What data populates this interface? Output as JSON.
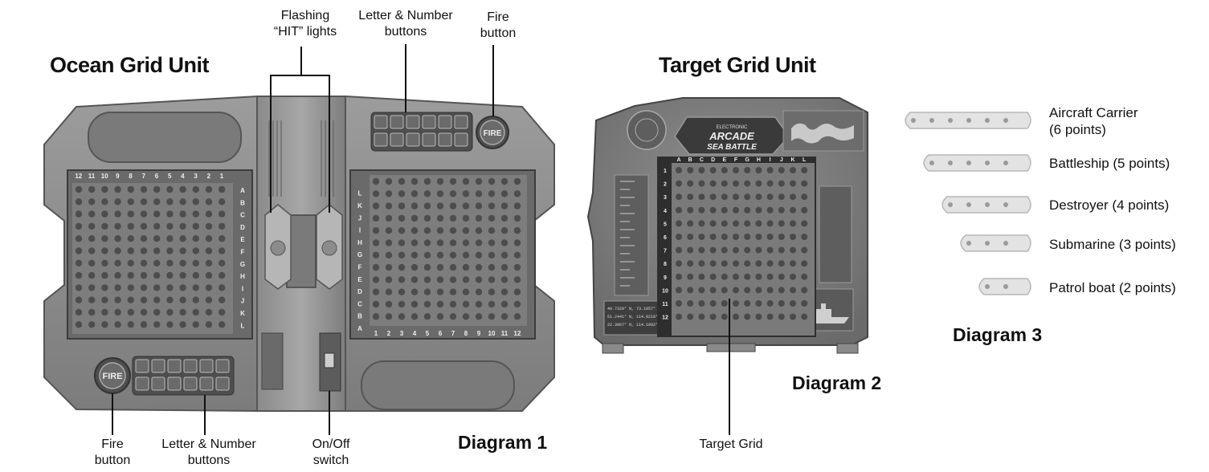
{
  "ocean": {
    "title": "Ocean Grid Unit",
    "flashing_hit_lights": [
      "Flashing",
      "“HIT” lights"
    ],
    "letter_number_top": [
      "Letter & Number",
      "buttons"
    ],
    "fire_top": [
      "Fire",
      "button"
    ],
    "fire_bottom": [
      "Fire",
      "button"
    ],
    "letter_number_bottom": [
      "Letter & Number",
      "buttons"
    ],
    "on_off": [
      "On/Off",
      "switch"
    ],
    "diagram_label": "Diagram 1",
    "fire_badge": "FIRE",
    "grid_letters": [
      "A",
      "B",
      "C",
      "D",
      "E",
      "F",
      "G",
      "H",
      "I",
      "J",
      "K",
      "L"
    ],
    "grid_numbers": [
      "1",
      "2",
      "3",
      "4",
      "5",
      "6",
      "7",
      "8",
      "9",
      "10",
      "11",
      "12"
    ]
  },
  "target": {
    "title": "Target Grid Unit",
    "diagram_label": "Diagram 2",
    "target_grid_label": "Target Grid",
    "logo_small": "ELECTRONIC",
    "logo_main": "ARCADE",
    "logo_sub": "SEA BATTLE",
    "coords": [
      "40.7320° N, 73.1857° W",
      "51.2441° N, 114.0218° W",
      "22.3967° N, 114.1092° E"
    ]
  },
  "ships": {
    "diagram_label": "Diagram 3",
    "items": [
      {
        "name": "Aircraft Carrier",
        "points": "(6 points)",
        "holes": 6
      },
      {
        "name": "Battleship (5 points)",
        "holes": 5
      },
      {
        "name": "Destroyer (4 points)",
        "holes": 4
      },
      {
        "name": "Submarine (3 points)",
        "holes": 3
      },
      {
        "name": "Patrol boat (2 points)",
        "holes": 2
      }
    ]
  },
  "colors": {
    "device_body": "#8e8e8e",
    "device_dark": "#5a5a5a",
    "grid_bg": "#7a7a7a",
    "peg": "#4d4d4d",
    "ship": "#e3e3e3",
    "ship_hole": "#9a9a9a"
  }
}
